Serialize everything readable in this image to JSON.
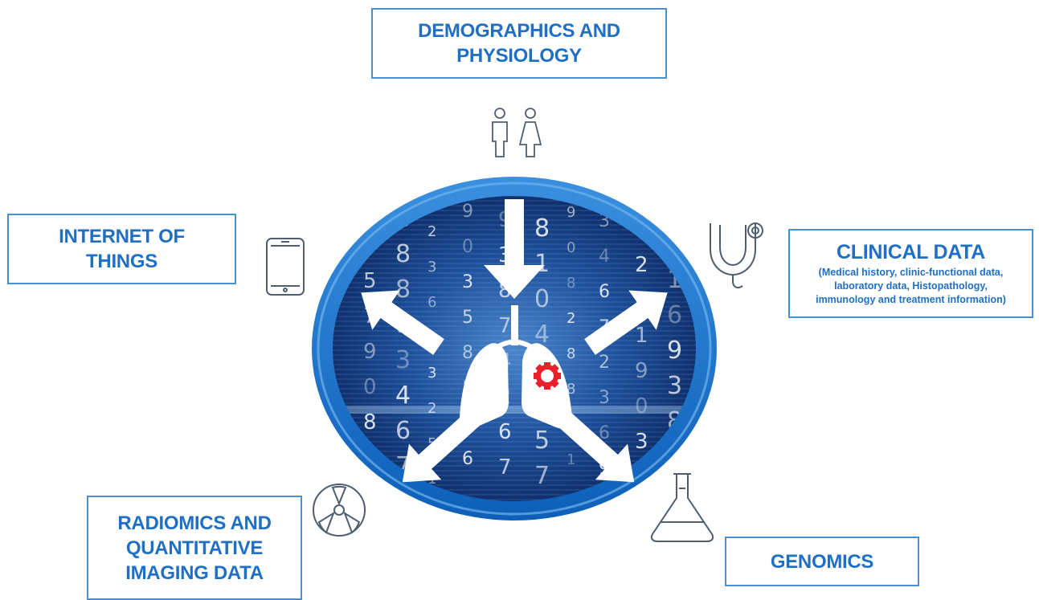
{
  "boxes": {
    "demographics": {
      "title": "DEMOGRAPHICS AND\nPHYSIOLOGY"
    },
    "iot": {
      "title": "INTERNET OF\nTHINGS"
    },
    "clinical": {
      "title": "CLINICAL DATA",
      "subtitle": "(Medical history, clinic-functional data,\nlaboratory data, Histopathology,\nimmunology and treatment information)"
    },
    "radiomics": {
      "title": "RADIOMICS AND\nQUANTITATIVE\nIMAGING DATA"
    },
    "genomics": {
      "title": "GENOMICS"
    }
  },
  "icons": [
    "person-icon",
    "tablet-icon",
    "stethoscope-icon",
    "radiation-icon",
    "flask-icon",
    "lungs-icon",
    "gear-icon"
  ],
  "background_digits": [
    "7",
    "7",
    "5",
    "7",
    "9",
    "0",
    "8",
    "2",
    "8",
    "8",
    "8",
    "1",
    "3",
    "4",
    "6",
    "7",
    "2",
    "3",
    "6",
    "9",
    "3",
    "2",
    "5",
    "1",
    "9",
    "0",
    "3",
    "5",
    "8",
    "5",
    "1",
    "6",
    "9",
    "3",
    "8",
    "7",
    "4",
    "2",
    "6",
    "7",
    "8",
    "1",
    "0",
    "4"
  ],
  "colors": {
    "accent": "#1f6fc4",
    "ring": "#1a6cc0",
    "gear": "#e8202a",
    "line": "#4a8fd0"
  }
}
